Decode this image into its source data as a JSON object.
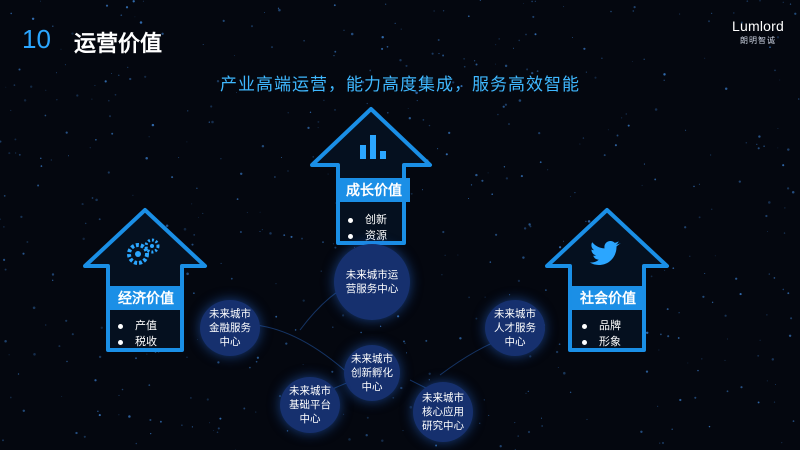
{
  "header": {
    "number": "10",
    "title": "运营价值"
  },
  "logo": {
    "brand": "Lumlord",
    "sub": "朗明智诚"
  },
  "subtitle": "产业高端运营，能力高度集成，服务高效智能",
  "houses": {
    "center": {
      "label": "成长价值",
      "items": [
        "创新",
        "资源"
      ],
      "icon": "bar-chart-icon"
    },
    "left": {
      "label": "经济价值",
      "items": [
        "产值",
        "税收"
      ],
      "icon": "gears-icon"
    },
    "right": {
      "label": "社会价值",
      "items": [
        "品牌",
        "形象"
      ],
      "icon": "twitter-bird-icon"
    }
  },
  "circles": {
    "ops": "未来城市运营服务中心",
    "finance": "未来城市金融服务中心",
    "talent": "未来城市人才服务中心",
    "incubation": "未来城市创新孵化中心",
    "platform": "未来城市基础平台中心",
    "research": "未来城市核心应用研究中心"
  },
  "colors": {
    "accent": "#2ba6ff",
    "label_bg": "#1b8fe6",
    "circle_bg": "#16306e",
    "background": "#04070f"
  }
}
